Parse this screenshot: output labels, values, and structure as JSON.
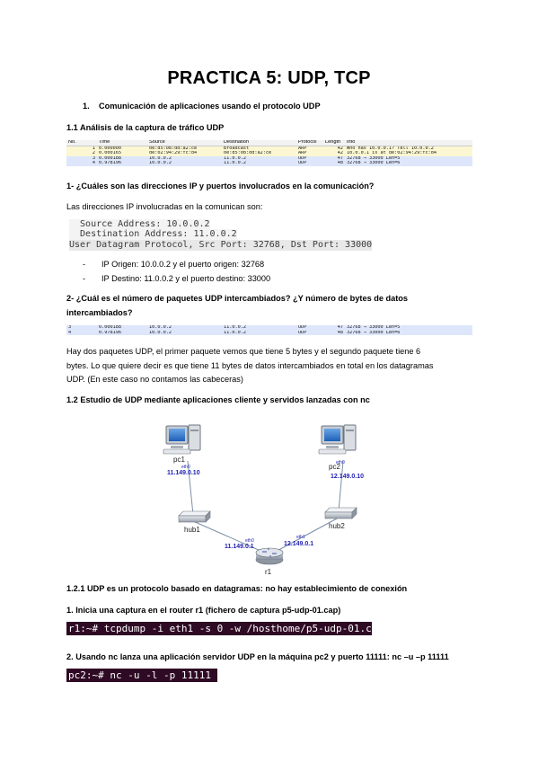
{
  "title": "PRACTICA 5: UDP, TCP",
  "section1": {
    "number": "1.",
    "heading": "Comunicación de aplicaciones usando el protocolo UDP"
  },
  "s11": {
    "heading": "1.1 Análisis de la captura de tráfico UDP",
    "capture": {
      "columns": [
        "No.",
        "Time",
        "Source",
        "Destination",
        "Protocol",
        "Length",
        "Info"
      ],
      "rows": [
        {
          "no": "1",
          "time": "0.000000",
          "src": "0e:d5:08:dd:a2:ce",
          "dst": "Broadcast",
          "proto": "ARP",
          "len": "42",
          "info": "Who has 10.0.0.1? Tell 10.0.0.2"
        },
        {
          "no": "2",
          "time": "0.000165",
          "src": "de:02:94:29:fc:d4",
          "dst": "0e:d5:08:dd:a2:ce",
          "proto": "ARP",
          "len": "42",
          "info": "10.0.0.1 is at de:02:94:29:fc:d4"
        },
        {
          "no": "3",
          "time": "0.000188",
          "src": "10.0.0.2",
          "dst": "11.0.0.2",
          "proto": "UDP",
          "len": "47",
          "info": "32768 → 33000 Len=5"
        },
        {
          "no": "4",
          "time": "0.978196",
          "src": "10.0.0.2",
          "dst": "11.0.0.2",
          "proto": "UDP",
          "len": "48",
          "info": "32768 → 33000 Len=6"
        }
      ]
    }
  },
  "q1": {
    "question": "1- ¿Cuáles son las direcciones IP y puertos involucrados en la comunicación?",
    "answer_intro": "Las direcciones IP involucradas en la comunican son:",
    "detail_lines": [
      "  Source Address: 10.0.0.2",
      "  Destination Address: 11.0.0.2",
      "User Datagram Protocol, Src Port: 32768, Dst Port: 33000"
    ],
    "bullets": [
      "IP Origen: 10.0.0.2 y el puerto origen: 32768",
      "IP Destino: 11.0.0.2 y el puerto destino: 33000"
    ]
  },
  "q2": {
    "question_line1": "2- ¿Cuál es el número de paquetes UDP intercambiados? ¿Y número de bytes de datos",
    "question_line2": "intercambiados?",
    "rows": [
      {
        "no": "3",
        "time": "0.000188",
        "src": "10.0.0.2",
        "dst": "11.0.0.2",
        "proto": "UDP",
        "len": "47",
        "info": "32768 → 33000 Len=5"
      },
      {
        "no": "4",
        "time": "0.978196",
        "src": "10.0.0.2",
        "dst": "11.0.0.2",
        "proto": "UDP",
        "len": "48",
        "info": "32768 → 33000 Len=6"
      }
    ],
    "answer_lines": [
      "Hay dos paquetes UDP, el primer paquete vemos que tiene 5 bytes y el segundo paquete tiene 6",
      "bytes. Lo que quiere decir es que tiene 11 bytes de datos intercambiados en total en los datagramas",
      "UDP. (En este caso no contamos las cabeceras)"
    ]
  },
  "s12": {
    "heading": "1.2 Estudio de UDP mediante aplicaciones cliente y servidos lanzadas con nc",
    "diagram": {
      "pc1_label": "pc1",
      "pc1_if": "eth0",
      "pc1_ip": "11.149.0.10",
      "pc2_label": "pc2",
      "pc2_if": "eth0",
      "pc2_ip": "12.149.0.10",
      "hub1_label": "hub1",
      "hub2_label": "hub2",
      "r1_label": "r1",
      "r1_if0": "eth0",
      "r1_ip0": "11.149.0.1",
      "r1_if1": "eth1",
      "r1_ip1": "12.149.0.1"
    }
  },
  "s121": {
    "heading": "1.2.1 UDP es un protocolo basado en datagramas: no hay establecimiento de conexión",
    "step1": "1. Inicia una captura en el router r1 (fichero de captura p5-udp-01.cap)",
    "cmd1": "r1:~# tcpdump -i eth1 -s 0 -w /hosthome/p5-udp-01.cap",
    "step2": "2. Usando nc lanza una aplicación servidor UDP en la máquina pc2 y puerto 11111: nc –u –p 11111",
    "cmd2": "pc2:~# nc -u -l -p 11111"
  },
  "colors": {
    "arp_row": "#fcf7d2",
    "udp_row": "#dde6fb",
    "terminal_bg": "#2f0a24",
    "ip_label": "#2323b4"
  }
}
